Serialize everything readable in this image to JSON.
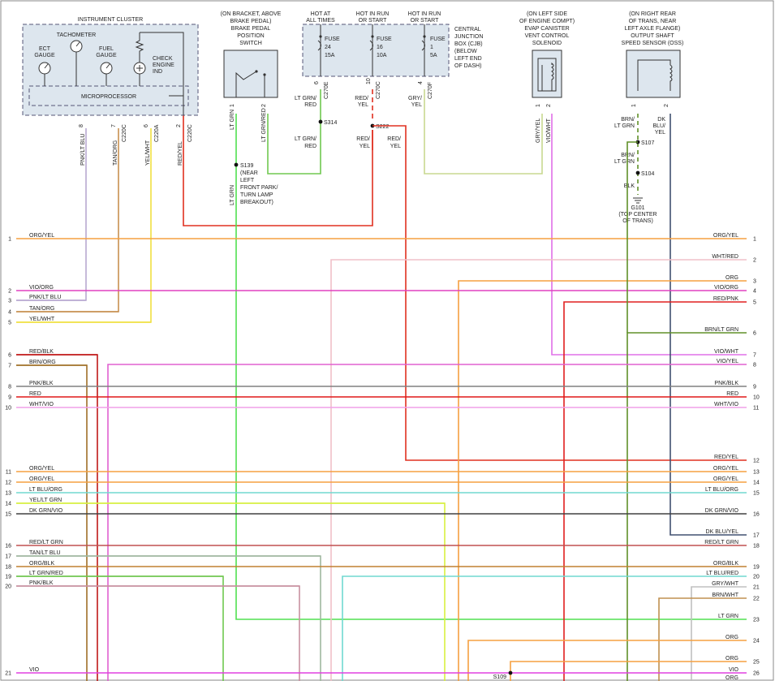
{
  "components": {
    "cluster": {
      "title": "INSTRUMENT CLUSTER",
      "tach": "TACHOMETER",
      "ect": [
        "ECT",
        "GAUGE"
      ],
      "fuel": [
        "FUEL",
        "GAUGE"
      ],
      "check": [
        "CHECK",
        "ENGINE",
        "IND"
      ],
      "micro": "MICROPROCESSOR",
      "pins": [
        "8",
        "7",
        "6",
        "2"
      ],
      "conns": [
        "C220C",
        "C220A",
        "C220C"
      ],
      "wires": [
        "PNK/LT BLU",
        "TAN/ORG",
        "YEL/WHT",
        "RED/YEL"
      ]
    },
    "switch": {
      "desc": [
        "(ON BRACKET, ABOVE",
        "BRAKE PEDAL)",
        "BRAKE PEDAL",
        "POSITION",
        "SWITCH"
      ],
      "pins": [
        "1",
        "2"
      ],
      "wires": [
        "LT GRN",
        "LT GRN/RED"
      ]
    },
    "cjb": {
      "hot1": [
        "HOT AT",
        "ALL TIMES"
      ],
      "hot2": [
        "HOT IN RUN",
        "OR START"
      ],
      "hot3": [
        "HOT IN RUN",
        "OR START"
      ],
      "fuse1": [
        "FUSE",
        "24",
        "15A"
      ],
      "fuse2": [
        "FUSE",
        "16",
        "10A"
      ],
      "fuse3": [
        "FUSE",
        "1",
        "5A"
      ],
      "desc": [
        "CENTRAL",
        "JUNCTION",
        "BOX (CJB)",
        "(BELOW",
        "LEFT END",
        "OF DASH)"
      ],
      "pins": [
        "6",
        "10",
        "4"
      ],
      "conns": [
        "C270E",
        "C270C",
        "C270F"
      ],
      "wire1": [
        "LT GRN/",
        "RED"
      ],
      "wire2": [
        "RED/",
        "YEL"
      ],
      "wire3": [
        "GRY/",
        "YEL"
      ],
      "s314": "S314",
      "wire1b": [
        "LT GRN/",
        "RED"
      ],
      "s222": "S222",
      "wire2b": [
        "RED/",
        "YEL"
      ],
      "wire2c": [
        "RED/",
        "YEL"
      ]
    },
    "s139": [
      "S139",
      "(NEAR",
      "LEFT",
      "FRONT PARK/",
      "TURN LAMP",
      "BREAKOUT)"
    ],
    "s139wire": "LT GRN",
    "evap": {
      "desc": [
        "(ON LEFT SIDE",
        "OF ENGINE COMPT)",
        "EVAP CANISTER",
        "VENT CONTROL",
        "SOLENOID"
      ],
      "pins": [
        "1",
        "2"
      ],
      "wires": [
        "GRY/YEL",
        "VIO/WHT"
      ]
    },
    "oss": {
      "desc": [
        "(ON RIGHT REAR",
        "OF TRANS, NEAR",
        "LEFT AXLE FLANGE)",
        "OUTPUT SHAFT",
        "SPEED SENSOR (OSS)"
      ],
      "pins": [
        "1",
        "2"
      ],
      "wire_left": [
        "BRN/",
        "LT GRN"
      ],
      "wire_right": [
        "DK",
        "BLU/",
        "YEL"
      ],
      "s107": "S107",
      "wire_mid": [
        "BRN/",
        "LT GRN"
      ],
      "s104": "S104",
      "blk": "BLK",
      "ground": [
        "G101",
        "(TOP CENTER",
        "OF TRANS)"
      ]
    },
    "s109": "S109"
  },
  "left_rows": [
    {
      "n": "1",
      "label": "ORG/YEL",
      "color": "#f5a040"
    },
    {
      "n": "2",
      "label": "VIO/ORG",
      "color": "#e040c0"
    },
    {
      "n": "3",
      "label": "PNK/LT BLU",
      "color": "#b8a8d0"
    },
    {
      "n": "4",
      "label": "TAN/ORG",
      "color": "#c89050"
    },
    {
      "n": "5",
      "label": "YEL/WHT",
      "color": "#f0e040"
    },
    {
      "n": "6",
      "label": "RED/BLK",
      "color": "#c01818"
    },
    {
      "n": "7",
      "label": "BRN/ORG",
      "color": "#a07028"
    },
    {
      "n": "8",
      "label": "PNK/BLK",
      "color": "#808080"
    },
    {
      "n": "9",
      "label": "RED",
      "color": "#e01818"
    },
    {
      "n": "10",
      "label": "WHT/VIO",
      "color": "#f0a0e8"
    },
    {
      "n": "11",
      "label": "ORG/YEL",
      "color": "#f5a040"
    },
    {
      "n": "12",
      "label": "ORG/YEL",
      "color": "#f5a040"
    },
    {
      "n": "13",
      "label": "LT BLU/ORG",
      "color": "#70d8d0"
    },
    {
      "n": "14",
      "label": "YEL/LT GRN",
      "color": "#d8f040"
    },
    {
      "n": "15",
      "label": "DK GRN/VIO",
      "color": "#404040"
    },
    {
      "n": "16",
      "label": "RED/LT GRN",
      "color": "#c05050"
    },
    {
      "n": "17",
      "label": "TAN/LT BLU",
      "color": "#a0b8a0"
    },
    {
      "n": "18",
      "label": "ORG/BLK",
      "color": "#c08030"
    },
    {
      "n": "19",
      "label": "LT GRN/RED",
      "color": "#70c850"
    },
    {
      "n": "20",
      "label": "PNK/BLK",
      "color": "#c890a0"
    },
    {
      "n": "21",
      "label": "VIO",
      "color": "#e040e0"
    }
  ],
  "right_rows": [
    {
      "n": "1",
      "label": "ORG/YEL",
      "color": "#f5a040"
    },
    {
      "n": "2",
      "label": "WHT/RED",
      "color": "#f0c0c8"
    },
    {
      "n": "3",
      "label": "ORG",
      "color": "#f5a040"
    },
    {
      "n": "4",
      "label": "VIO/ORG",
      "color": "#e040c0"
    },
    {
      "n": "5",
      "label": "RED/PNK",
      "color": "#e02020"
    },
    {
      "n": "6",
      "label": "BRN/LT GRN",
      "color": "#609028"
    },
    {
      "n": "7",
      "label": "VIO/WHT",
      "color": "#e070e8"
    },
    {
      "n": "8",
      "label": "VIO/YEL",
      "color": "#e060d0"
    },
    {
      "n": "9",
      "label": "PNK/BLK",
      "color": "#808080"
    },
    {
      "n": "10",
      "label": "RED",
      "color": "#e01818"
    },
    {
      "n": "11",
      "label": "WHT/VIO",
      "color": "#f0a0e8"
    },
    {
      "n": "12",
      "label": "RED/YEL",
      "color": "#e03020"
    },
    {
      "n": "13",
      "label": "ORG/YEL",
      "color": "#f5a040"
    },
    {
      "n": "14",
      "label": "ORG/YEL",
      "color": "#f5a040"
    },
    {
      "n": "15",
      "label": "LT BLU/ORG",
      "color": "#70d8d0"
    },
    {
      "n": "16",
      "label": "DK GRN/VIO",
      "color": "#404040"
    },
    {
      "n": "17",
      "label": "DK BLU/YEL",
      "color": "#405070"
    },
    {
      "n": "18",
      "label": "RED/LT GRN",
      "color": "#c05050"
    },
    {
      "n": "19",
      "label": "ORG/BLK",
      "color": "#c08030"
    },
    {
      "n": "20",
      "label": "LT BLU/RED",
      "color": "#70d8d0"
    },
    {
      "n": "21",
      "label": "GRY/WHT",
      "color": "#c0c0c0"
    },
    {
      "n": "22",
      "label": "BRN/WHT",
      "color": "#c09050"
    },
    {
      "n": "23",
      "label": "LT GRN",
      "color": "#50e050"
    },
    {
      "n": "24",
      "label": "ORG",
      "color": "#f5a040"
    },
    {
      "n": "25",
      "label": "ORG",
      "color": "#f5a040"
    },
    {
      "n": "26",
      "label": "VIO",
      "color": "#e040e0"
    },
    {
      "n": "",
      "label": "ORG",
      "color": "#f5a040"
    }
  ]
}
